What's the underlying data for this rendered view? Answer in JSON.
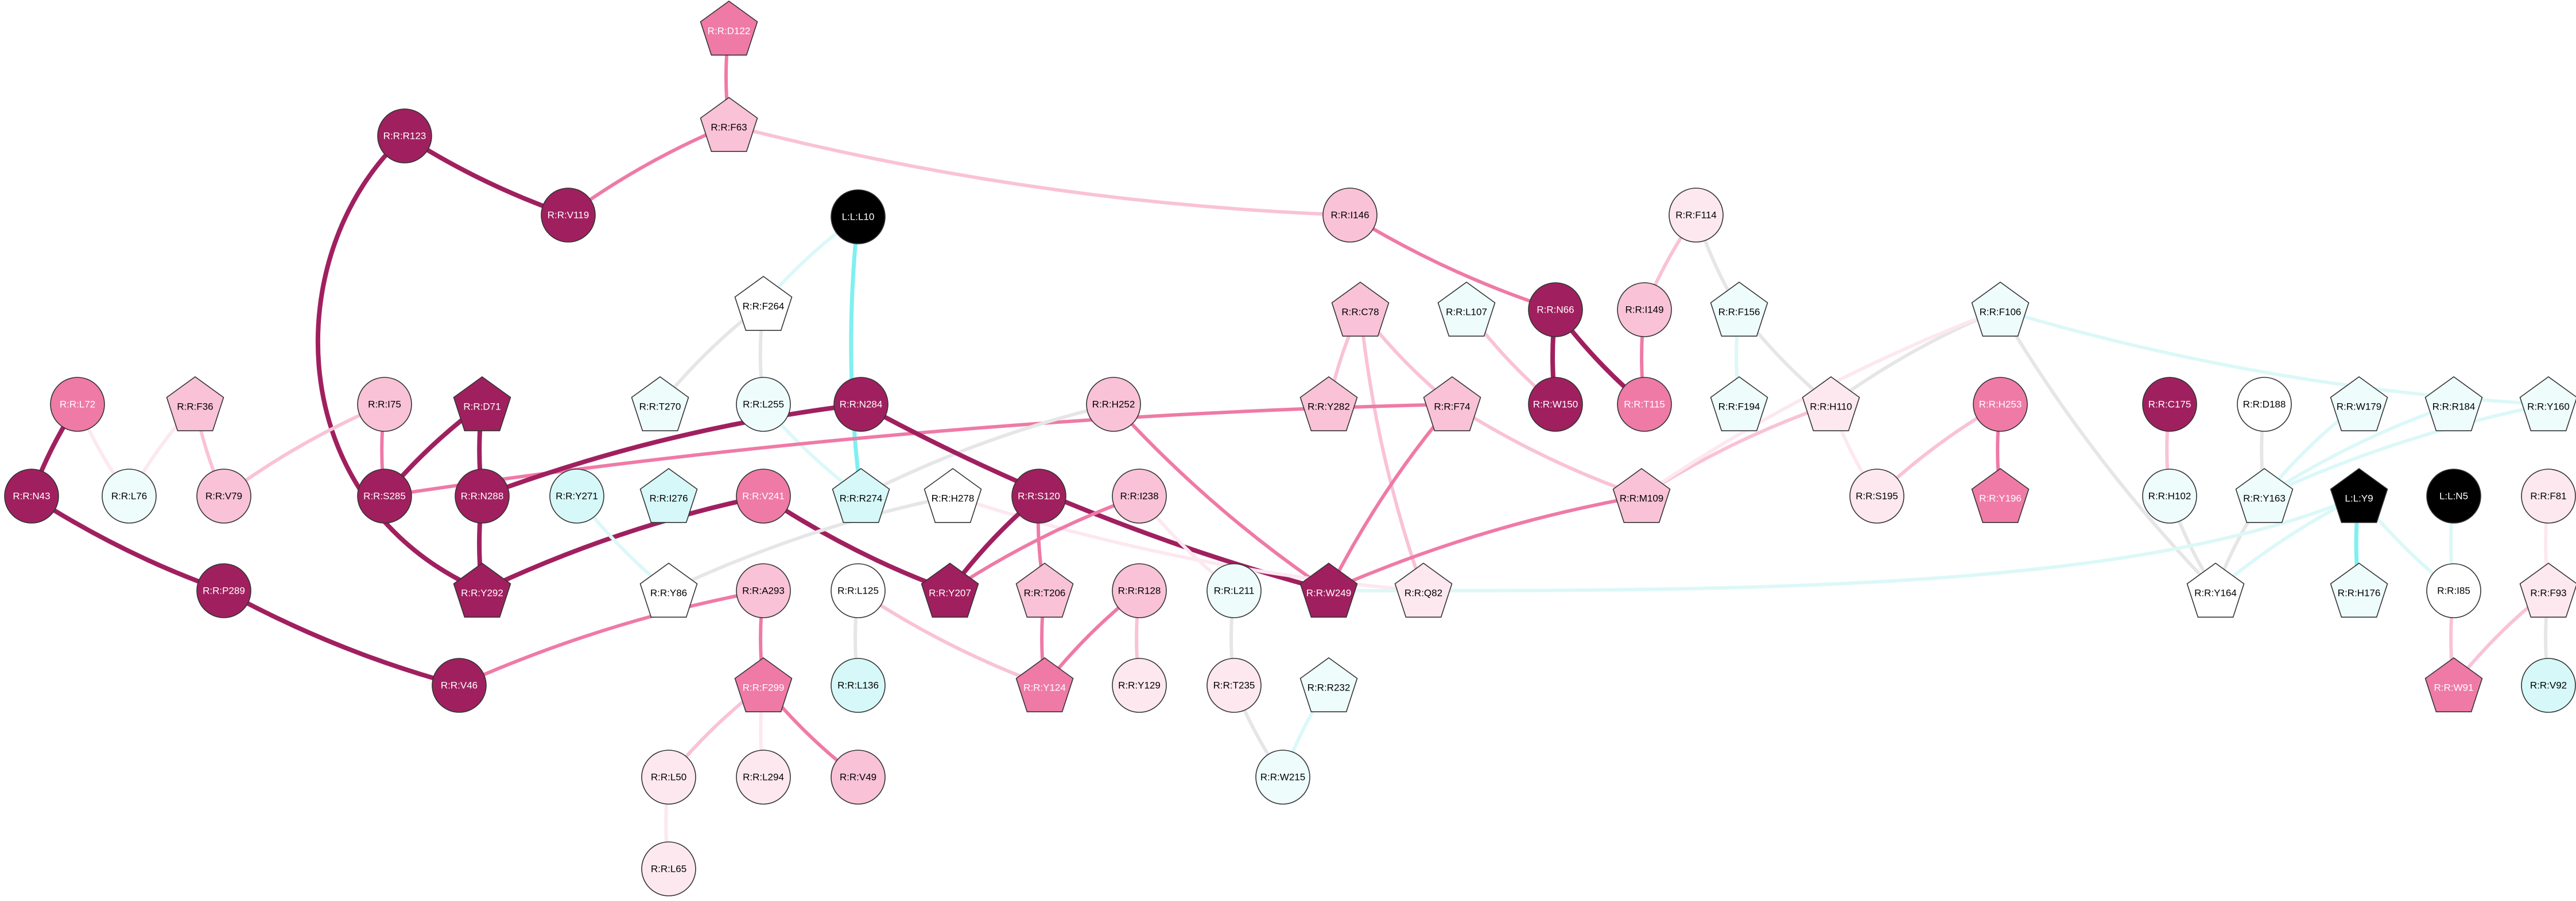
{
  "palette": {
    "dark": "#a0205f",
    "medium": "#ef7aa6",
    "light": "#f9c2d7",
    "pale": "#fde8f0",
    "white": "#ffffff",
    "cyan": "#d6f8f8",
    "cyan_pale": "#eefcfc",
    "black": "#000000",
    "edge_cyan": "#7ff0f0",
    "edge_cyan_pale": "#dcf8f8",
    "edge_grey": "#e6e6e6"
  },
  "nodes": [
    {
      "id": "D122",
      "label": "R:R:D122",
      "shape": "pentagon",
      "fill": "medium"
    },
    {
      "id": "F63",
      "label": "R:R:F63",
      "shape": "pentagon",
      "fill": "light"
    },
    {
      "id": "R123",
      "label": "R:R:R123",
      "shape": "circle",
      "fill": "dark"
    },
    {
      "id": "V119",
      "label": "R:R:V119",
      "shape": "circle",
      "fill": "dark"
    },
    {
      "id": "L10",
      "label": "L:L:L10",
      "shape": "circle",
      "fill": "black"
    },
    {
      "id": "I146",
      "label": "R:R:I146",
      "shape": "circle",
      "fill": "light"
    },
    {
      "id": "F114",
      "label": "R:R:F114",
      "shape": "circle",
      "fill": "pale"
    },
    {
      "id": "F264",
      "label": "R:R:F264",
      "shape": "pentagon",
      "fill": "white"
    },
    {
      "id": "C78",
      "label": "R:R:C78",
      "shape": "pentagon",
      "fill": "light"
    },
    {
      "id": "L107",
      "label": "R:R:L107",
      "shape": "pentagon",
      "fill": "cyan_pale"
    },
    {
      "id": "N66",
      "label": "R:R:N66",
      "shape": "circle",
      "fill": "dark"
    },
    {
      "id": "I149",
      "label": "R:R:I149",
      "shape": "circle",
      "fill": "light"
    },
    {
      "id": "F156",
      "label": "R:R:F156",
      "shape": "pentagon",
      "fill": "cyan_pale"
    },
    {
      "id": "F106",
      "label": "R:R:F106",
      "shape": "pentagon",
      "fill": "cyan_pale"
    },
    {
      "id": "L72",
      "label": "R:R:L72",
      "shape": "circle",
      "fill": "medium"
    },
    {
      "id": "F36",
      "label": "R:R:F36",
      "shape": "pentagon",
      "fill": "light"
    },
    {
      "id": "I75",
      "label": "R:R:I75",
      "shape": "circle",
      "fill": "light"
    },
    {
      "id": "D71",
      "label": "R:R:D71",
      "shape": "pentagon",
      "fill": "dark"
    },
    {
      "id": "T270",
      "label": "R:R:T270",
      "shape": "pentagon",
      "fill": "cyan_pale"
    },
    {
      "id": "L255",
      "label": "R:R:L255",
      "shape": "circle",
      "fill": "cyan_pale"
    },
    {
      "id": "N284",
      "label": "R:R:N284",
      "shape": "circle",
      "fill": "dark"
    },
    {
      "id": "H252",
      "label": "R:R:H252",
      "shape": "circle",
      "fill": "light"
    },
    {
      "id": "Y282",
      "label": "R:R:Y282",
      "shape": "pentagon",
      "fill": "light"
    },
    {
      "id": "F74",
      "label": "R:R:F74",
      "shape": "pentagon",
      "fill": "light"
    },
    {
      "id": "W150",
      "label": "R:R:W150",
      "shape": "circle",
      "fill": "dark"
    },
    {
      "id": "T115",
      "label": "R:R:T115",
      "shape": "circle",
      "fill": "medium"
    },
    {
      "id": "F194",
      "label": "R:R:F194",
      "shape": "pentagon",
      "fill": "cyan_pale"
    },
    {
      "id": "H110",
      "label": "R:R:H110",
      "shape": "pentagon",
      "fill": "pale"
    },
    {
      "id": "H253",
      "label": "R:R:H253",
      "shape": "circle",
      "fill": "medium"
    },
    {
      "id": "C175",
      "label": "R:R:C175",
      "shape": "circle",
      "fill": "dark"
    },
    {
      "id": "D188",
      "label": "R:R:D188",
      "shape": "circle",
      "fill": "white"
    },
    {
      "id": "W179",
      "label": "R:R:W179",
      "shape": "pentagon",
      "fill": "cyan_pale"
    },
    {
      "id": "R184",
      "label": "R:R:R184",
      "shape": "pentagon",
      "fill": "cyan_pale"
    },
    {
      "id": "Y160",
      "label": "R:R:Y160",
      "shape": "pentagon",
      "fill": "cyan_pale"
    },
    {
      "id": "N43",
      "label": "R:R:N43",
      "shape": "circle",
      "fill": "dark"
    },
    {
      "id": "L76",
      "label": "R:R:L76",
      "shape": "circle",
      "fill": "cyan_pale"
    },
    {
      "id": "V79",
      "label": "R:R:V79",
      "shape": "circle",
      "fill": "light"
    },
    {
      "id": "S285",
      "label": "R:R:S285",
      "shape": "circle",
      "fill": "dark"
    },
    {
      "id": "N288",
      "label": "R:R:N288",
      "shape": "circle",
      "fill": "dark"
    },
    {
      "id": "Y271",
      "label": "R:R:Y271",
      "shape": "circle",
      "fill": "cyan"
    },
    {
      "id": "I276",
      "label": "R:R:I276",
      "shape": "pentagon",
      "fill": "cyan"
    },
    {
      "id": "V241",
      "label": "R:R:V241",
      "shape": "circle",
      "fill": "medium"
    },
    {
      "id": "R274",
      "label": "R:R:R274",
      "shape": "pentagon",
      "fill": "cyan"
    },
    {
      "id": "H278",
      "label": "R:R:H278",
      "shape": "pentagon",
      "fill": "white"
    },
    {
      "id": "S120",
      "label": "R:R:S120",
      "shape": "circle",
      "fill": "dark"
    },
    {
      "id": "I238",
      "label": "R:R:I238",
      "shape": "circle",
      "fill": "light"
    },
    {
      "id": "M109",
      "label": "R:R:M109",
      "shape": "pentagon",
      "fill": "light"
    },
    {
      "id": "S195",
      "label": "R:R:S195",
      "shape": "circle",
      "fill": "pale"
    },
    {
      "id": "Y196",
      "label": "R:R:Y196",
      "shape": "pentagon",
      "fill": "medium"
    },
    {
      "id": "H102",
      "label": "R:R:H102",
      "shape": "circle",
      "fill": "cyan_pale"
    },
    {
      "id": "Y163",
      "label": "R:R:Y163",
      "shape": "pentagon",
      "fill": "cyan_pale"
    },
    {
      "id": "Y9",
      "label": "L:L:Y9",
      "shape": "pentagon",
      "fill": "black"
    },
    {
      "id": "N5",
      "label": "L:L:N5",
      "shape": "circle",
      "fill": "black"
    },
    {
      "id": "F81",
      "label": "R:R:F81",
      "shape": "circle",
      "fill": "pale"
    },
    {
      "id": "P289",
      "label": "R:R:P289",
      "shape": "circle",
      "fill": "dark"
    },
    {
      "id": "Y292",
      "label": "R:R:Y292",
      "shape": "pentagon",
      "fill": "dark"
    },
    {
      "id": "Y86",
      "label": "R:R:Y86",
      "shape": "pentagon",
      "fill": "white"
    },
    {
      "id": "A293",
      "label": "R:R:A293",
      "shape": "circle",
      "fill": "light"
    },
    {
      "id": "L125",
      "label": "R:R:L125",
      "shape": "circle",
      "fill": "white"
    },
    {
      "id": "Y207",
      "label": "R:R:Y207",
      "shape": "pentagon",
      "fill": "dark"
    },
    {
      "id": "T206",
      "label": "R:R:T206",
      "shape": "pentagon",
      "fill": "light"
    },
    {
      "id": "R128",
      "label": "R:R:R128",
      "shape": "circle",
      "fill": "light"
    },
    {
      "id": "L211",
      "label": "R:R:L211",
      "shape": "circle",
      "fill": "cyan_pale"
    },
    {
      "id": "W249",
      "label": "R:R:W249",
      "shape": "pentagon",
      "fill": "dark"
    },
    {
      "id": "Q82",
      "label": "R:R:Q82",
      "shape": "pentagon",
      "fill": "pale"
    },
    {
      "id": "Y164",
      "label": "R:R:Y164",
      "shape": "pentagon",
      "fill": "white"
    },
    {
      "id": "H176",
      "label": "R:R:H176",
      "shape": "pentagon",
      "fill": "cyan_pale"
    },
    {
      "id": "I85",
      "label": "R:R:I85",
      "shape": "circle",
      "fill": "white"
    },
    {
      "id": "F93",
      "label": "R:R:F93",
      "shape": "pentagon",
      "fill": "pale"
    },
    {
      "id": "V46",
      "label": "R:R:V46",
      "shape": "circle",
      "fill": "dark"
    },
    {
      "id": "F299",
      "label": "R:R:F299",
      "shape": "pentagon",
      "fill": "medium"
    },
    {
      "id": "L136",
      "label": "R:R:L136",
      "shape": "circle",
      "fill": "cyan"
    },
    {
      "id": "Y124",
      "label": "R:R:Y124",
      "shape": "pentagon",
      "fill": "medium"
    },
    {
      "id": "Y129",
      "label": "R:R:Y129",
      "shape": "circle",
      "fill": "pale"
    },
    {
      "id": "T235",
      "label": "R:R:T235",
      "shape": "circle",
      "fill": "pale"
    },
    {
      "id": "R232",
      "label": "R:R:R232",
      "shape": "pentagon",
      "fill": "cyan_pale"
    },
    {
      "id": "W91",
      "label": "R:R:W91",
      "shape": "pentagon",
      "fill": "medium"
    },
    {
      "id": "V92",
      "label": "R:R:V92",
      "shape": "circle",
      "fill": "cyan"
    },
    {
      "id": "L50",
      "label": "R:R:L50",
      "shape": "circle",
      "fill": "pale"
    },
    {
      "id": "L294",
      "label": "R:R:L294",
      "shape": "circle",
      "fill": "pale"
    },
    {
      "id": "V49",
      "label": "R:R:V49",
      "shape": "circle",
      "fill": "light"
    },
    {
      "id": "W215",
      "label": "R:R:W215",
      "shape": "circle",
      "fill": "cyan_pale"
    },
    {
      "id": "L65",
      "label": "R:R:L65",
      "shape": "circle",
      "fill": "pale"
    }
  ],
  "edges": [
    {
      "s": "D122",
      "t": "F63",
      "color": "medium",
      "w": 6
    },
    {
      "s": "F63",
      "t": "V119",
      "color": "medium",
      "w": 6
    },
    {
      "s": "F63",
      "t": "I146",
      "color": "light",
      "w": 6
    },
    {
      "s": "R123",
      "t": "V119",
      "color": "dark",
      "w": 8
    },
    {
      "s": "R123",
      "t": "Y292",
      "color": "dark",
      "w": 8,
      "bend": 1
    },
    {
      "s": "I146",
      "t": "N66",
      "color": "medium",
      "w": 6
    },
    {
      "s": "N66",
      "t": "W150",
      "color": "dark",
      "w": 8
    },
    {
      "s": "N66",
      "t": "T115",
      "color": "dark",
      "w": 8
    },
    {
      "s": "F114",
      "t": "I149",
      "color": "light",
      "w": 6
    },
    {
      "s": "I149",
      "t": "T115",
      "color": "medium",
      "w": 6
    },
    {
      "s": "F114",
      "t": "F156",
      "color": "edge_grey",
      "w": 6
    },
    {
      "s": "F156",
      "t": "F194",
      "color": "edge_cyan_pale",
      "w": 6
    },
    {
      "s": "F156",
      "t": "H110",
      "color": "edge_grey",
      "w": 6
    },
    {
      "s": "L107",
      "t": "W150",
      "color": "light",
      "w": 6
    },
    {
      "s": "L10",
      "t": "F264",
      "color": "edge_cyan_pale",
      "w": 6
    },
    {
      "s": "L10",
      "t": "R274",
      "color": "edge_cyan",
      "w": 7
    },
    {
      "s": "F264",
      "t": "T270",
      "color": "edge_grey",
      "w": 6
    },
    {
      "s": "F264",
      "t": "L255",
      "color": "edge_grey",
      "w": 6
    },
    {
      "s": "L255",
      "t": "R274",
      "color": "edge_cyan_pale",
      "w": 6
    },
    {
      "s": "C78",
      "t": "Y282",
      "color": "light",
      "w": 6
    },
    {
      "s": "C78",
      "t": "F74",
      "color": "light",
      "w": 6
    },
    {
      "s": "C78",
      "t": "Q82",
      "color": "light",
      "w": 6
    },
    {
      "s": "F74",
      "t": "W249",
      "color": "medium",
      "w": 6
    },
    {
      "s": "F74",
      "t": "M109",
      "color": "light",
      "w": 6
    },
    {
      "s": "F74",
      "t": "S285",
      "color": "medium",
      "w": 6
    },
    {
      "s": "H252",
      "t": "W249",
      "color": "medium",
      "w": 6
    },
    {
      "s": "H252",
      "t": "R274",
      "color": "edge_grey",
      "w": 6
    },
    {
      "s": "N284",
      "t": "N288",
      "color": "dark",
      "w": 8
    },
    {
      "s": "N284",
      "t": "W249",
      "color": "dark",
      "w": 8
    },
    {
      "s": "D71",
      "t": "S285",
      "color": "dark",
      "w": 8
    },
    {
      "s": "D71",
      "t": "N288",
      "color": "dark",
      "w": 8
    },
    {
      "s": "N288",
      "t": "Y292",
      "color": "dark",
      "w": 8
    },
    {
      "s": "I75",
      "t": "S285",
      "color": "medium",
      "w": 6
    },
    {
      "s": "I75",
      "t": "V79",
      "color": "light",
      "w": 6
    },
    {
      "s": "F36",
      "t": "V79",
      "color": "light",
      "w": 6
    },
    {
      "s": "F36",
      "t": "L76",
      "color": "pale",
      "w": 6
    },
    {
      "s": "L72",
      "t": "N43",
      "color": "dark",
      "w": 8
    },
    {
      "s": "L72",
      "t": "L76",
      "color": "pale",
      "w": 6
    },
    {
      "s": "N43",
      "t": "P289",
      "color": "dark",
      "w": 8
    },
    {
      "s": "P289",
      "t": "V46",
      "color": "dark",
      "w": 8
    },
    {
      "s": "V241",
      "t": "Y292",
      "color": "dark",
      "w": 8
    },
    {
      "s": "V241",
      "t": "Y207",
      "color": "dark",
      "w": 8
    },
    {
      "s": "Y271",
      "t": "Y86",
      "color": "edge_cyan_pale",
      "w": 6
    },
    {
      "s": "H278",
      "t": "Y86",
      "color": "edge_grey",
      "w": 6
    },
    {
      "s": "H278",
      "t": "Q82",
      "color": "pale",
      "w": 6
    },
    {
      "s": "S120",
      "t": "Y207",
      "color": "dark",
      "w": 8
    },
    {
      "s": "S120",
      "t": "T206",
      "color": "medium",
      "w": 6
    },
    {
      "s": "I238",
      "t": "Y207",
      "color": "medium",
      "w": 6
    },
    {
      "s": "I238",
      "t": "L211",
      "color": "pale",
      "w": 6
    },
    {
      "s": "R128",
      "t": "Y124",
      "color": "medium",
      "w": 6
    },
    {
      "s": "R128",
      "t": "Y129",
      "color": "light",
      "w": 6
    },
    {
      "s": "T206",
      "t": "Y124",
      "color": "medium",
      "w": 6
    },
    {
      "s": "L125",
      "t": "Y124",
      "color": "light",
      "w": 6
    },
    {
      "s": "L125",
      "t": "L136",
      "color": "edge_grey",
      "w": 6
    },
    {
      "s": "L211",
      "t": "T235",
      "color": "edge_grey",
      "w": 6
    },
    {
      "s": "T235",
      "t": "W215",
      "color": "edge_grey",
      "w": 6
    },
    {
      "s": "R232",
      "t": "W215",
      "color": "edge_cyan_pale",
      "w": 6
    },
    {
      "s": "A293",
      "t": "V46",
      "color": "medium",
      "w": 6
    },
    {
      "s": "A293",
      "t": "F299",
      "color": "medium",
      "w": 6
    },
    {
      "s": "F299",
      "t": "L50",
      "color": "light",
      "w": 6
    },
    {
      "s": "F299",
      "t": "L294",
      "color": "pale",
      "w": 6
    },
    {
      "s": "F299",
      "t": "V49",
      "color": "medium",
      "w": 6
    },
    {
      "s": "L50",
      "t": "L65",
      "color": "pale",
      "w": 6
    },
    {
      "s": "M109",
      "t": "W249",
      "color": "medium",
      "w": 6
    },
    {
      "s": "H110",
      "t": "M109",
      "color": "light",
      "w": 6
    },
    {
      "s": "H110",
      "t": "S195",
      "color": "pale",
      "w": 6
    },
    {
      "s": "F106",
      "t": "H110",
      "color": "edge_grey",
      "w": 6
    },
    {
      "s": "F106",
      "t": "M109",
      "color": "pale",
      "w": 6
    },
    {
      "s": "F106",
      "t": "Y164",
      "color": "edge_grey",
      "w": 6
    },
    {
      "s": "F106",
      "t": "Y160",
      "color": "edge_cyan_pale",
      "w": 6
    },
    {
      "s": "H253",
      "t": "Y196",
      "color": "medium",
      "w": 6
    },
    {
      "s": "H253",
      "t": "S195",
      "color": "light",
      "w": 6
    },
    {
      "s": "C175",
      "t": "H102",
      "color": "light",
      "w": 6
    },
    {
      "s": "H102",
      "t": "Y164",
      "color": "edge_grey",
      "w": 6
    },
    {
      "s": "D188",
      "t": "Y163",
      "color": "edge_grey",
      "w": 6
    },
    {
      "s": "W179",
      "t": "Y163",
      "color": "edge_cyan_pale",
      "w": 6
    },
    {
      "s": "R184",
      "t": "Y163",
      "color": "edge_cyan_pale",
      "w": 6
    },
    {
      "s": "Y160",
      "t": "Y163",
      "color": "edge_cyan_pale",
      "w": 6
    },
    {
      "s": "Y163",
      "t": "Y164",
      "color": "edge_grey",
      "w": 6
    },
    {
      "s": "Y9",
      "t": "H176",
      "color": "edge_cyan",
      "w": 7
    },
    {
      "s": "Y9",
      "t": "Y164",
      "color": "edge_cyan_pale",
      "w": 6
    },
    {
      "s": "Y9",
      "t": "I85",
      "color": "edge_cyan_pale",
      "w": 6
    },
    {
      "s": "Y9",
      "t": "W249",
      "color": "edge_cyan_pale",
      "w": 6,
      "bend": 2
    },
    {
      "s": "N5",
      "t": "I85",
      "color": "edge_cyan_pale",
      "w": 6
    },
    {
      "s": "I85",
      "t": "W91",
      "color": "light",
      "w": 6
    },
    {
      "s": "F81",
      "t": "F93",
      "color": "pale",
      "w": 6
    },
    {
      "s": "F93",
      "t": "W91",
      "color": "light",
      "w": 6
    },
    {
      "s": "F93",
      "t": "V92",
      "color": "edge_grey",
      "w": 6
    }
  ]
}
